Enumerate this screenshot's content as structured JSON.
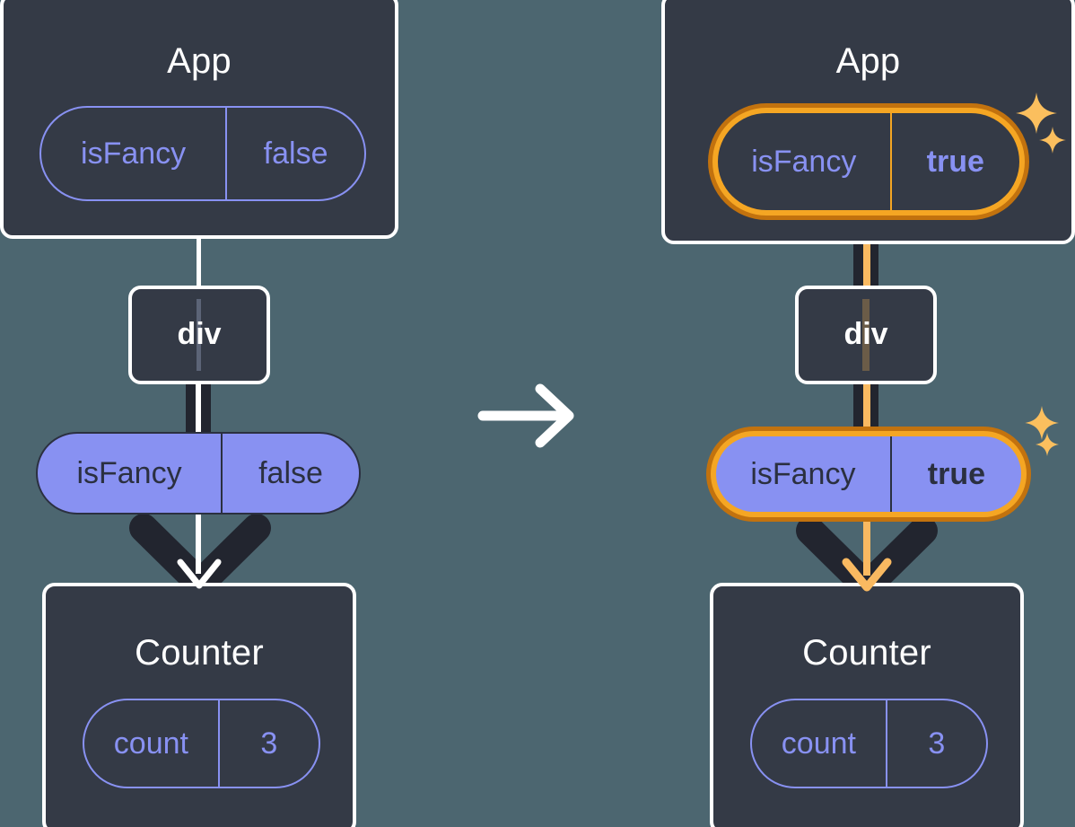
{
  "diagram": {
    "title_left": "App",
    "title_right": "App",
    "center_arrow_icon": "right-arrow-icon",
    "colors": {
      "background": "#4C6670",
      "box_fill": "#343A46",
      "box_border": "#FFFFFF",
      "pill_purple": "#8891F2",
      "highlight_outer": "#C2720E",
      "highlight_inner": "#F5A623",
      "sparkle": "#FBBF5E",
      "connector": "#22252F"
    }
  },
  "left": {
    "app": {
      "title": "App",
      "state_pill": {
        "key": "isFancy",
        "value": "false",
        "highlighted": false
      }
    },
    "div": {
      "label": "div"
    },
    "prop_pill": {
      "key": "isFancy",
      "value": "false",
      "highlighted": false
    },
    "counter": {
      "title": "Counter",
      "state_pill": {
        "key": "count",
        "value": "3",
        "highlighted": false
      }
    }
  },
  "right": {
    "app": {
      "title": "App",
      "state_pill": {
        "key": "isFancy",
        "value": "true",
        "highlighted": true
      }
    },
    "div": {
      "label": "div"
    },
    "prop_pill": {
      "key": "isFancy",
      "value": "true",
      "highlighted": true
    },
    "counter": {
      "title": "Counter",
      "state_pill": {
        "key": "count",
        "value": "3",
        "highlighted": false
      }
    },
    "sparkles": [
      "sparkle-large-icon",
      "sparkle-small-icon"
    ]
  }
}
